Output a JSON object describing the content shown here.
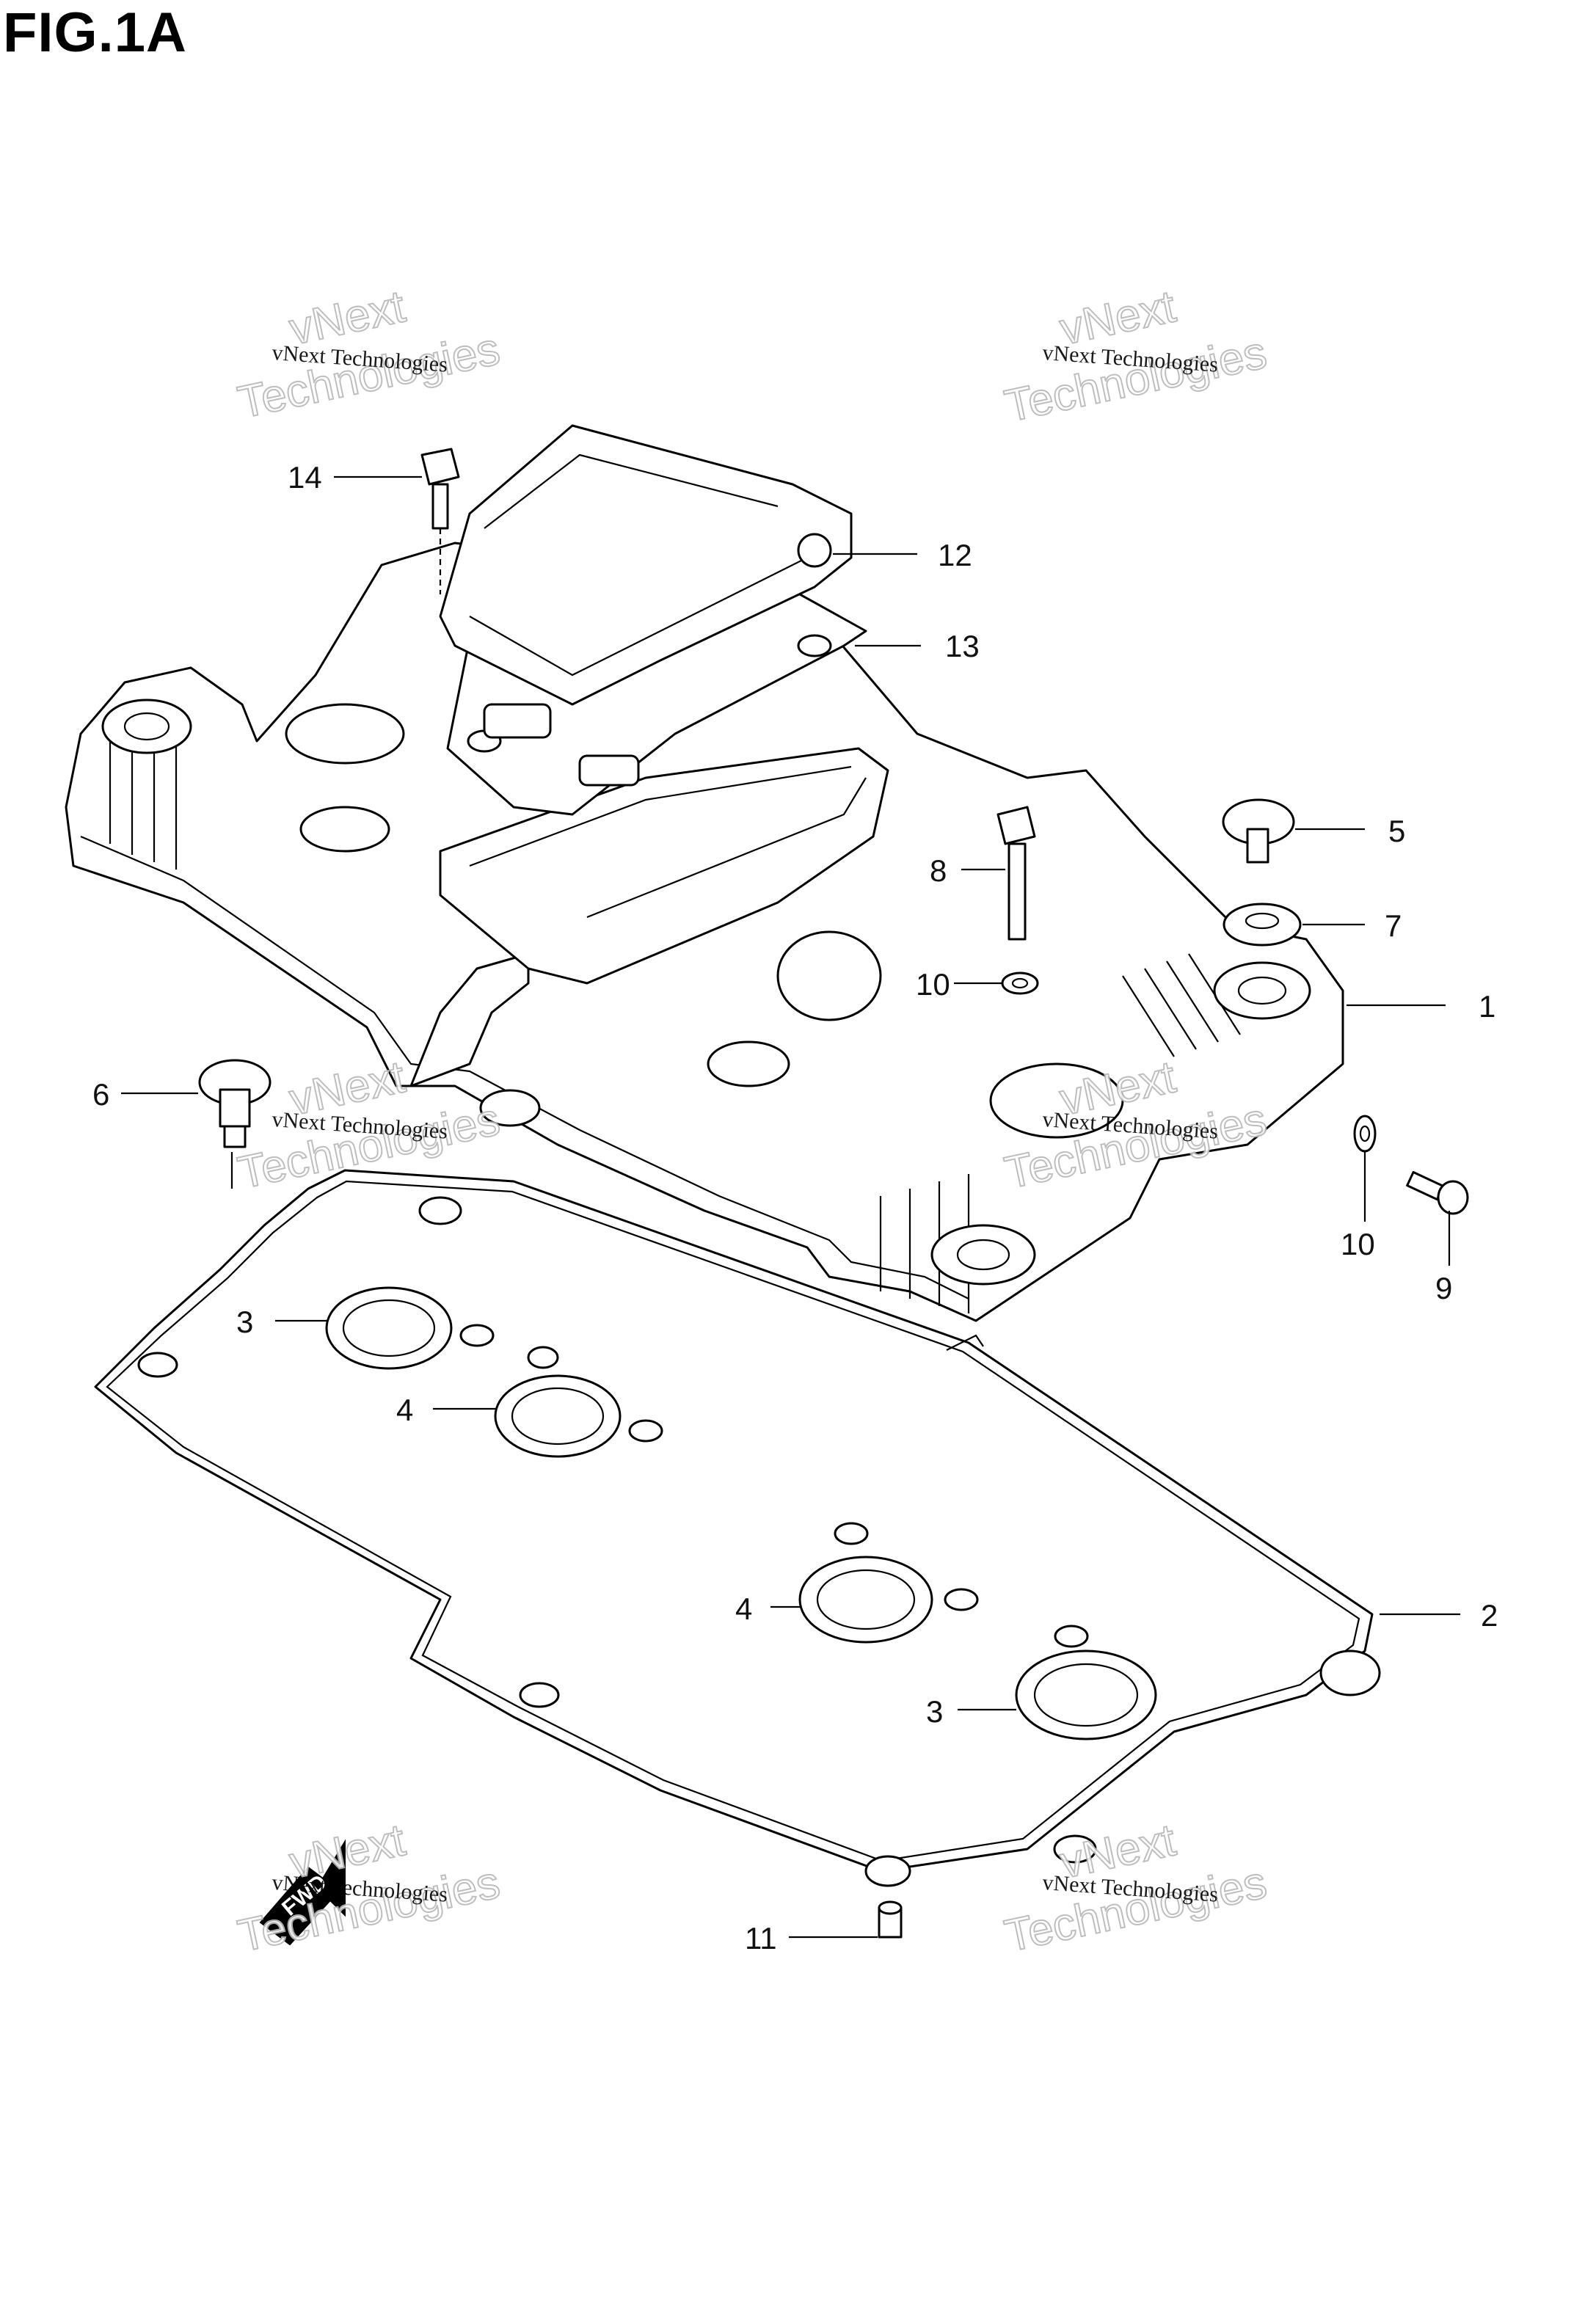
{
  "figure": {
    "title": "FIG.1A"
  },
  "callouts": [
    {
      "id": "1",
      "label": "1"
    },
    {
      "id": "2",
      "label": "2"
    },
    {
      "id": "3a",
      "label": "3"
    },
    {
      "id": "3b",
      "label": "3"
    },
    {
      "id": "4a",
      "label": "4"
    },
    {
      "id": "4b",
      "label": "4"
    },
    {
      "id": "5",
      "label": "5"
    },
    {
      "id": "6",
      "label": "6"
    },
    {
      "id": "7",
      "label": "7"
    },
    {
      "id": "8",
      "label": "8"
    },
    {
      "id": "9",
      "label": "9"
    },
    {
      "id": "10a",
      "label": "10"
    },
    {
      "id": "10b",
      "label": "10"
    },
    {
      "id": "11",
      "label": "11"
    },
    {
      "id": "12",
      "label": "12"
    },
    {
      "id": "13",
      "label": "13"
    },
    {
      "id": "14",
      "label": "14"
    }
  ],
  "watermark": {
    "line1": "vNext Technologies",
    "big_word_1": "vNext",
    "big_word_2": "Technologies"
  },
  "direction_marker": {
    "label": "FWD"
  }
}
